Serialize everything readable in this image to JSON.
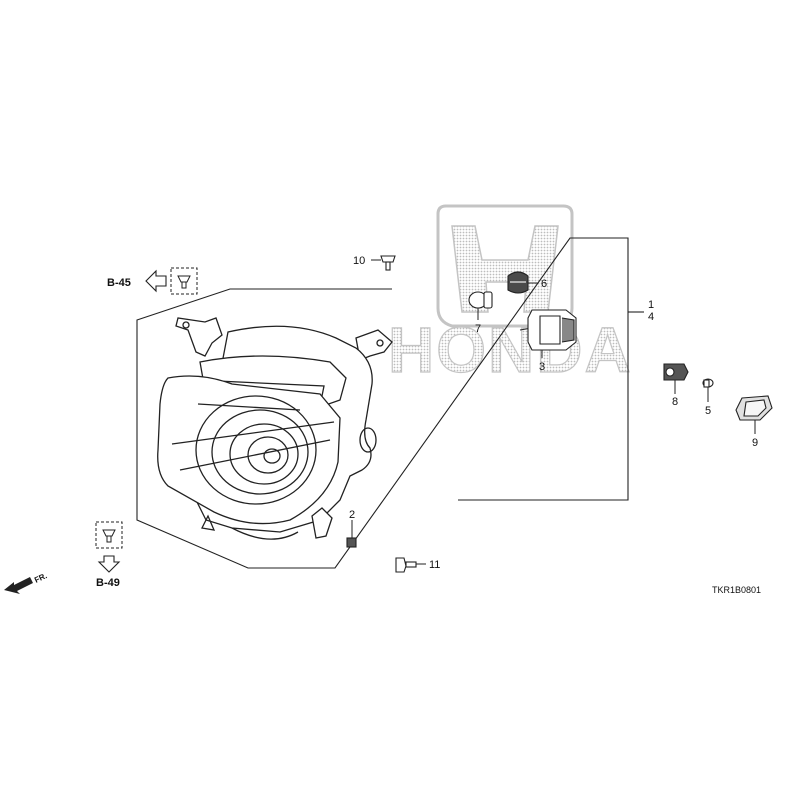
{
  "watermark": {
    "brand": "HONDA",
    "color": "#c7c7c7"
  },
  "references": {
    "top": "B-45",
    "bottom": "B-49"
  },
  "direction": {
    "front": "FR."
  },
  "part_numbers": {
    "p1": "1",
    "p2": "2",
    "p3": "3",
    "p4": "4",
    "p5": "5",
    "p6": "6",
    "p7": "7",
    "p8": "8",
    "p9": "9",
    "p10": "10",
    "p11": "11"
  },
  "diagram_code": "TKR1B0801",
  "colors": {
    "line": "#222222"
  }
}
